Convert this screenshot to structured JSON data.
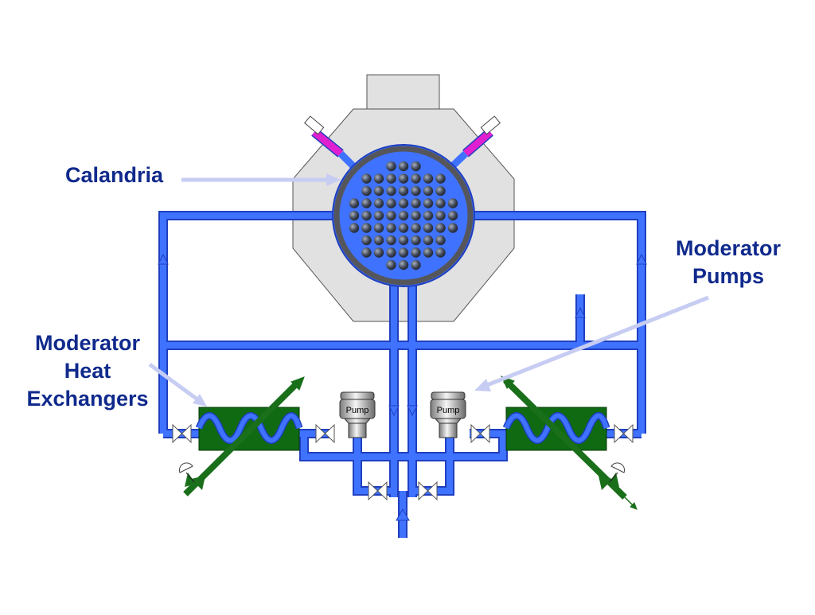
{
  "labels": {
    "calandria": "Calandria",
    "moderator_pumps": [
      "Moderator",
      "Pumps"
    ],
    "moderator_heat_exchangers": [
      "Moderator",
      "Heat",
      "Exchangers"
    ]
  },
  "pumps": {
    "left_label": "Pump",
    "right_label": "Pump"
  },
  "colors": {
    "pipe": "#3f73ff",
    "pipe_outline": "#1f3fc0",
    "heat_exchanger": "#0f6a12",
    "cooling_water": "#1a6f1a",
    "vessel": "#e1e1e1",
    "calandria_fill": "#3f73ff",
    "tube_dots": "#303848",
    "label_text": "#102a8c",
    "pointer_arrow": "#c7cdf2",
    "relief_line": "#e020d0"
  },
  "icons": [
    "valve-icon",
    "pump-icon",
    "flow-arrow-icon",
    "relief-valve-icon",
    "control-valve-icon"
  ]
}
